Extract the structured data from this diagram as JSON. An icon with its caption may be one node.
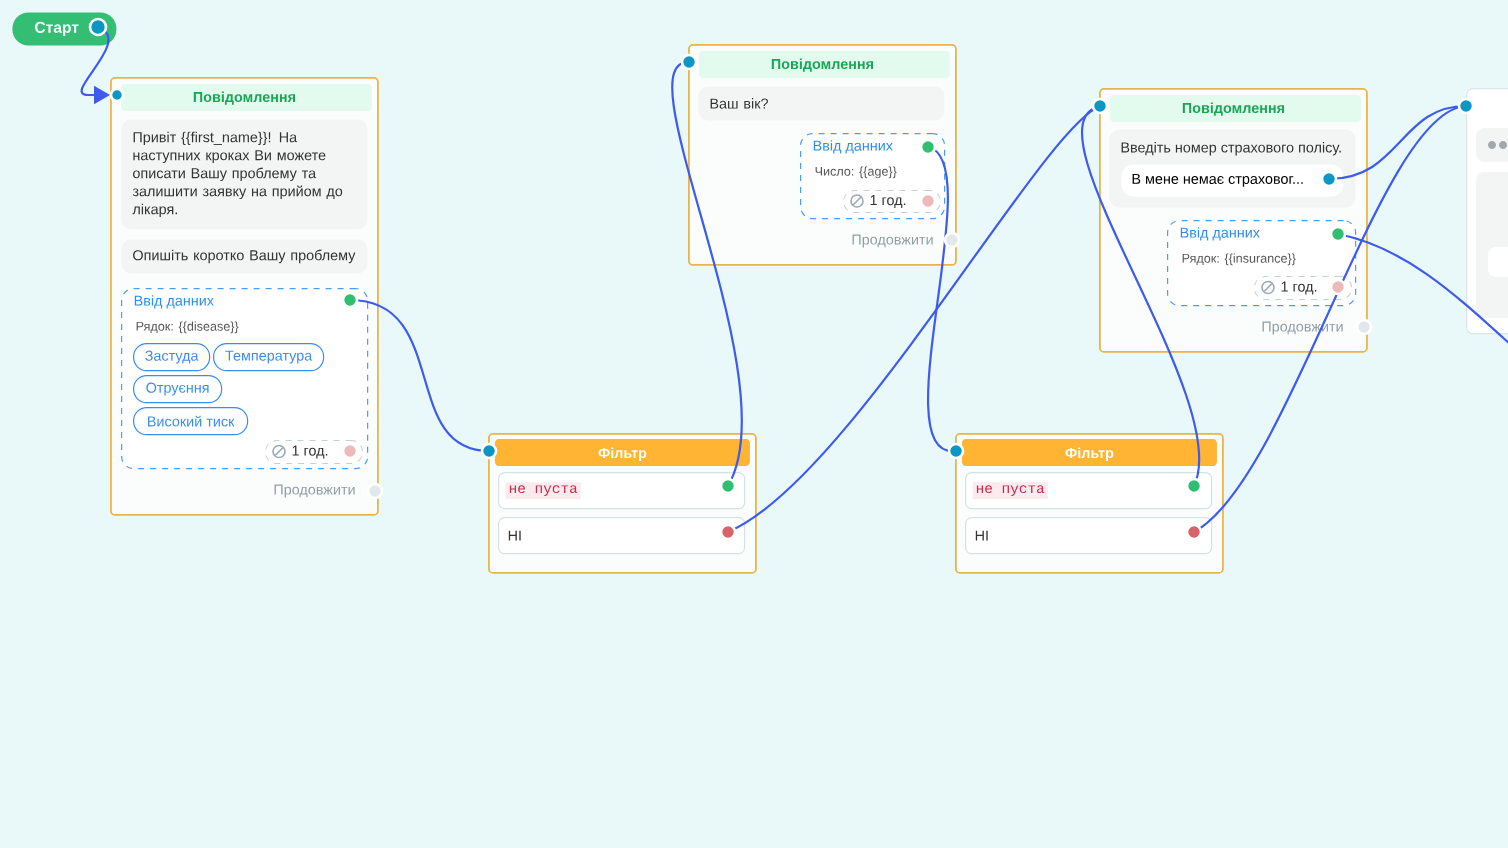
{
  "diagram": {
    "nodes": [
      {
        "text": [
          "Старт"
        ]
      },
      {
        "text": [
          "Повідомлення"
        ]
      },
      {
        "text": [
          "Привіт {{first_name}}! На наступних кроках Ви можете описати Вашу проблему та залишити заявку на прийом до лікаря."
        ],
        "in": 1
      },
      {
        "text": [
          "Опишіть коротко Вашу проблему"
        ],
        "in": 1
      },
      {
        "text": [
          "Ввід данних",
          "Рядок: {{disease}}"
        ],
        "in": 1
      },
      {
        "text": [
          "Застуда"
        ],
        "in": 4
      },
      {
        "text": [
          "Температура"
        ],
        "in": 4
      },
      {
        "text": [
          "Отруєння"
        ],
        "in": 4
      },
      {
        "text": [
          "Високий тиск"
        ],
        "in": 4
      },
      {
        "text": [
          "1 год."
        ],
        "in": 4
      },
      {
        "text": [
          "Фільтр"
        ]
      },
      {
        "text": [
          "не пуста"
        ],
        "in": 10
      },
      {
        "text": [
          "НІ"
        ],
        "in": 10
      },
      {
        "text": [
          "Повідомлення"
        ]
      },
      {
        "text": [
          "Ваш вік?"
        ],
        "in": 13
      },
      {
        "text": [
          "Ввід данних",
          "Число: {{age}}"
        ],
        "in": 13
      },
      {
        "text": [
          "1 год."
        ],
        "in": 15
      },
      {
        "text": [
          "Повідомлення"
        ]
      },
      {
        "text": [
          "Введіть номер страхового полісу."
        ],
        "in": 17
      },
      {
        "text": [
          "В мене немає страховог..."
        ],
        "in": 18
      },
      {
        "text": [
          "Ввід данних",
          "Рядок: {{insurance}}"
        ],
        "in": 17
      },
      {
        "text": [
          "1 год."
        ],
        "in": 20
      },
      {
        "text": [
          "Фільтр"
        ]
      },
      {
        "text": [
          "не пуста"
        ],
        "in": 22
      },
      {
        "text": [
          "НІ"
        ],
        "in": 22
      },
      {
        "text": [],
        "shape": "box"
      }
    ],
    "edges": [
      {
        "from": 0,
        "to": 1,
        "arrow": "to"
      },
      {
        "from": 4,
        "to": 10,
        "arrow": "none"
      },
      {
        "from": 11,
        "to": 13,
        "arrow": "none"
      },
      {
        "from": 12,
        "to": 17,
        "arrow": "none"
      },
      {
        "from": 15,
        "to": 22,
        "arrow": "none"
      },
      {
        "from": 23,
        "to": 17,
        "arrow": "none"
      },
      {
        "from": 24,
        "to": 25,
        "arrow": "none"
      },
      {
        "from": 19,
        "to": 25,
        "arrow": "none"
      },
      {
        "from": 20,
        "to": null,
        "arrow": "none"
      }
    ],
    "labels": [
      "Продовжити",
      "Продовжити",
      "Продовжити"
    ]
  }
}
